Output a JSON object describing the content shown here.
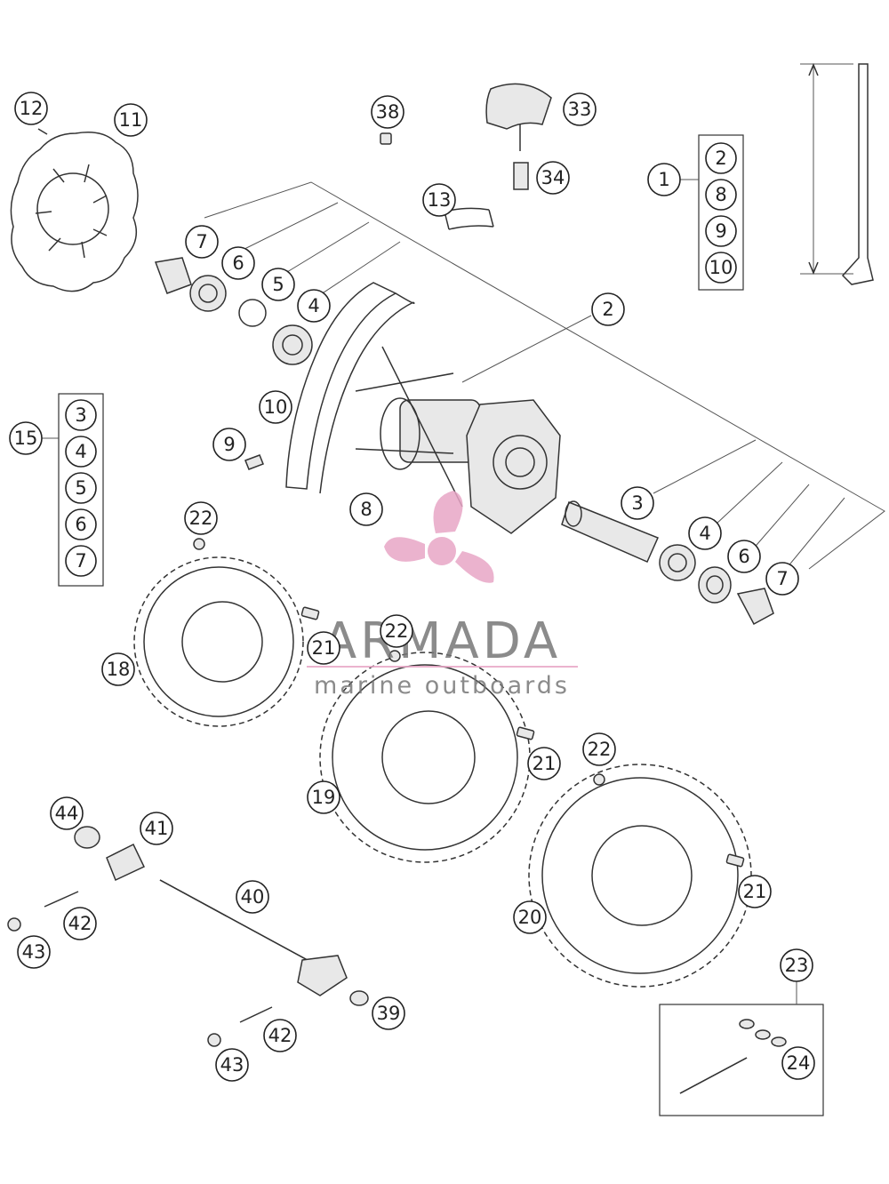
{
  "callouts": [
    {
      "label": "1"
    },
    {
      "label": "2"
    },
    {
      "label": "3"
    },
    {
      "label": "4"
    },
    {
      "label": "5"
    },
    {
      "label": "6"
    },
    {
      "label": "7"
    },
    {
      "label": "8"
    },
    {
      "label": "9"
    },
    {
      "label": "10"
    },
    {
      "label": "11"
    },
    {
      "label": "12"
    },
    {
      "label": "13"
    },
    {
      "label": "15"
    },
    {
      "label": "18"
    },
    {
      "label": "19"
    },
    {
      "label": "20"
    },
    {
      "label": "21"
    },
    {
      "label": "22"
    },
    {
      "label": "23"
    },
    {
      "label": "24"
    },
    {
      "label": "33"
    },
    {
      "label": "34"
    },
    {
      "label": "38"
    },
    {
      "label": "39"
    },
    {
      "label": "40"
    },
    {
      "label": "41"
    },
    {
      "label": "42"
    },
    {
      "label": "43"
    },
    {
      "label": "44"
    }
  ],
  "kit_1": {
    "label": "1",
    "contents": [
      "2",
      "8",
      "9",
      "10"
    ]
  },
  "kit_15": {
    "label": "15",
    "contents": [
      "3",
      "4",
      "5",
      "6",
      "7"
    ]
  },
  "watermark": {
    "brand": "ARMADA",
    "tagline": "marine outboards",
    "colors": {
      "logo": "#e8a6c6",
      "text": "#777777"
    }
  }
}
